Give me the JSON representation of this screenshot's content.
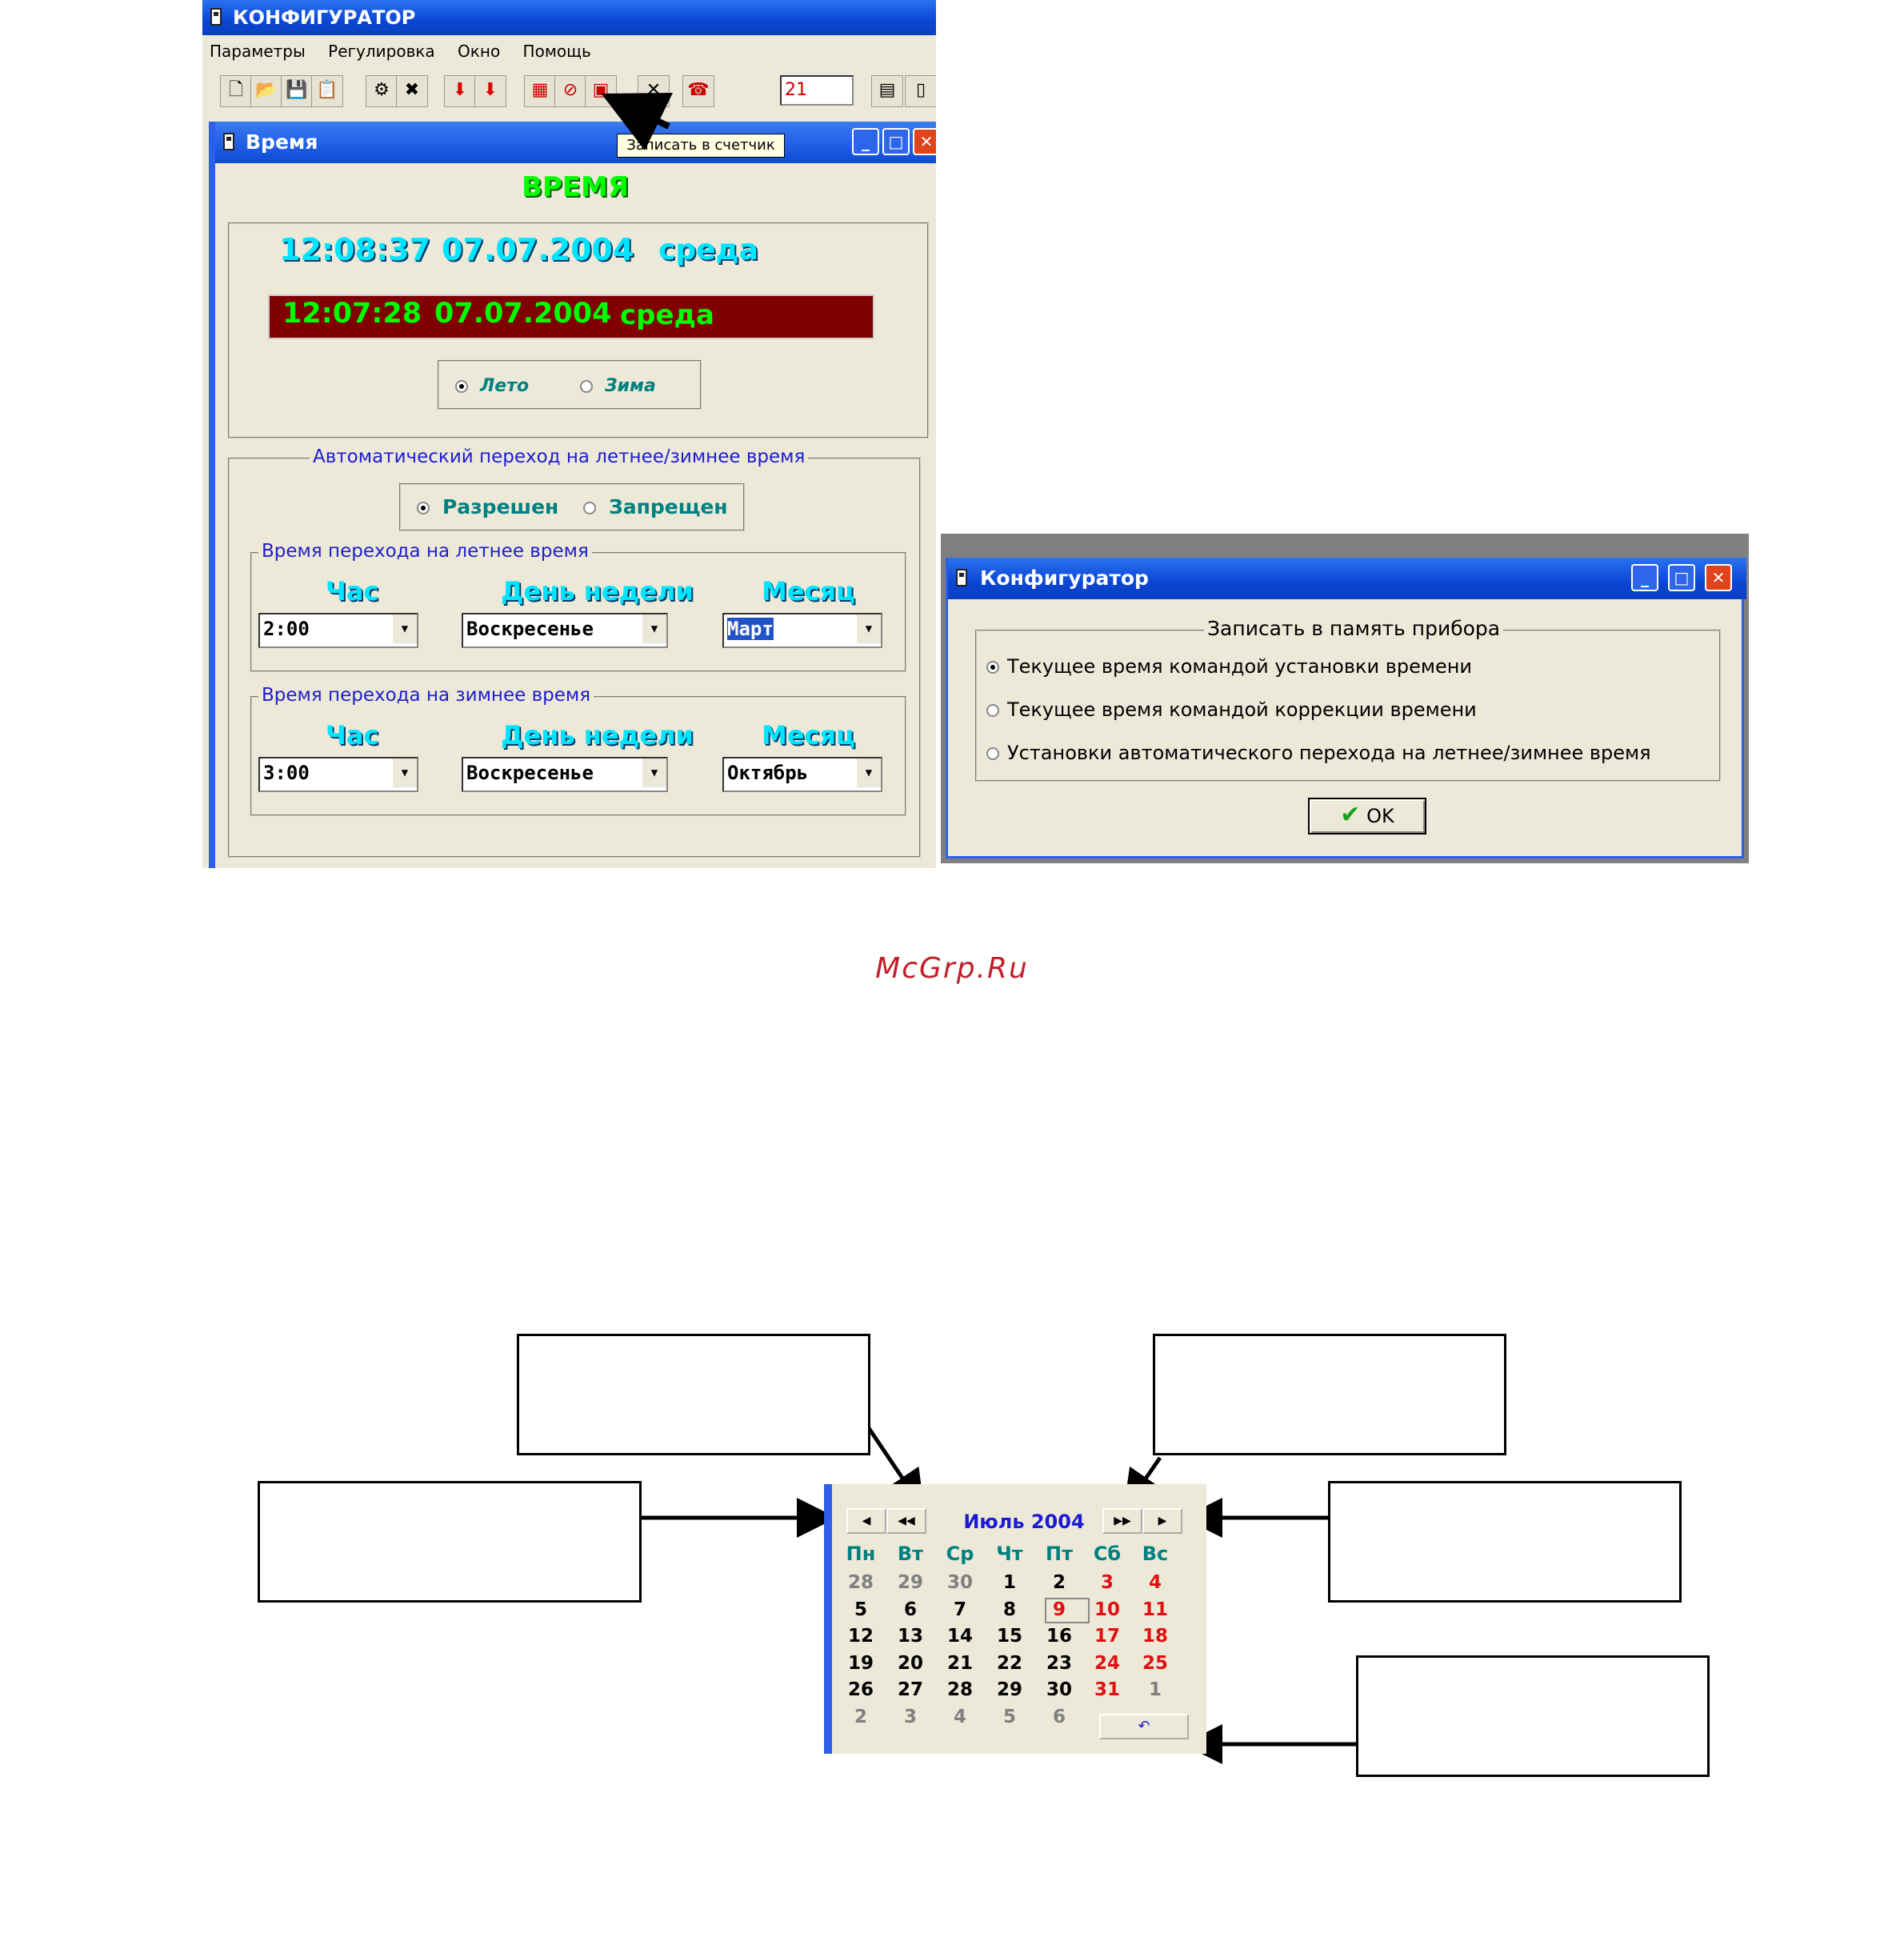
{
  "main_window": {
    "title": "КОНФИГУРАТОР",
    "menu": [
      "Параметры",
      "Регулировка",
      "Окно",
      "Помощь"
    ],
    "toolbar_counter_value": "21",
    "tooltip": "Записать в счетчик"
  },
  "time_window": {
    "title": "Время",
    "heading": "ВРЕМЯ",
    "pc_time": "12:08:37",
    "pc_date": "07.07.2004",
    "pc_weekday": "среда",
    "meter_time": "12:07:28",
    "meter_date": "07.07.2004",
    "meter_weekday": "среда",
    "season_options": [
      "Лето",
      "Зима"
    ],
    "season_selected": "Лето",
    "auto_group_label": "Автоматический переход на летнее/зимнее время",
    "auto_options": [
      "Разрешен",
      "Запрещен"
    ],
    "auto_selected": "Разрешен",
    "summer": {
      "label": "Время перехода на летнее время",
      "hour_label": "Час",
      "weekday_label": "День недели",
      "month_label": "Месяц",
      "hour": "2:00",
      "weekday": "Воскресенье",
      "month": "Март"
    },
    "winter": {
      "label": "Время перехода на зимнее время",
      "hour_label": "Час",
      "weekday_label": "День недели",
      "month_label": "Месяц",
      "hour": "3:00",
      "weekday": "Воскресенье",
      "month": "Октябрь"
    }
  },
  "dialog": {
    "title": "Конфигуратор",
    "group_label": "Записать в  память прибора",
    "options": [
      "Текущее время командой установки времени",
      "Текущее время командой коррекции времени",
      "Установки автоматического перехода на летнее/зимнее время"
    ],
    "selected_index": 0,
    "ok_label": "OK"
  },
  "watermark": "McGrp.Ru",
  "calendar": {
    "month_title": "Июль 2004",
    "weekdays": [
      "Пн",
      "Вт",
      "Ср",
      "Чт",
      "Пт",
      "Сб",
      "Вс"
    ],
    "weeks": [
      [
        "28",
        "29",
        "30",
        "1",
        "2",
        "3",
        "4"
      ],
      [
        "5",
        "6",
        "7",
        "8",
        "9",
        "10",
        "11"
      ],
      [
        "12",
        "13",
        "14",
        "15",
        "16",
        "17",
        "18"
      ],
      [
        "19",
        "20",
        "21",
        "22",
        "23",
        "24",
        "25"
      ],
      [
        "26",
        "27",
        "28",
        "29",
        "30",
        "31",
        "1"
      ],
      [
        "2",
        "3",
        "4",
        "5",
        "6",
        "",
        ""
      ]
    ],
    "selected_day": "9",
    "colors": {
      "weekend": "#e01010",
      "other_month": "#808080",
      "header": "#008080",
      "title": "#1a1ad6"
    }
  }
}
